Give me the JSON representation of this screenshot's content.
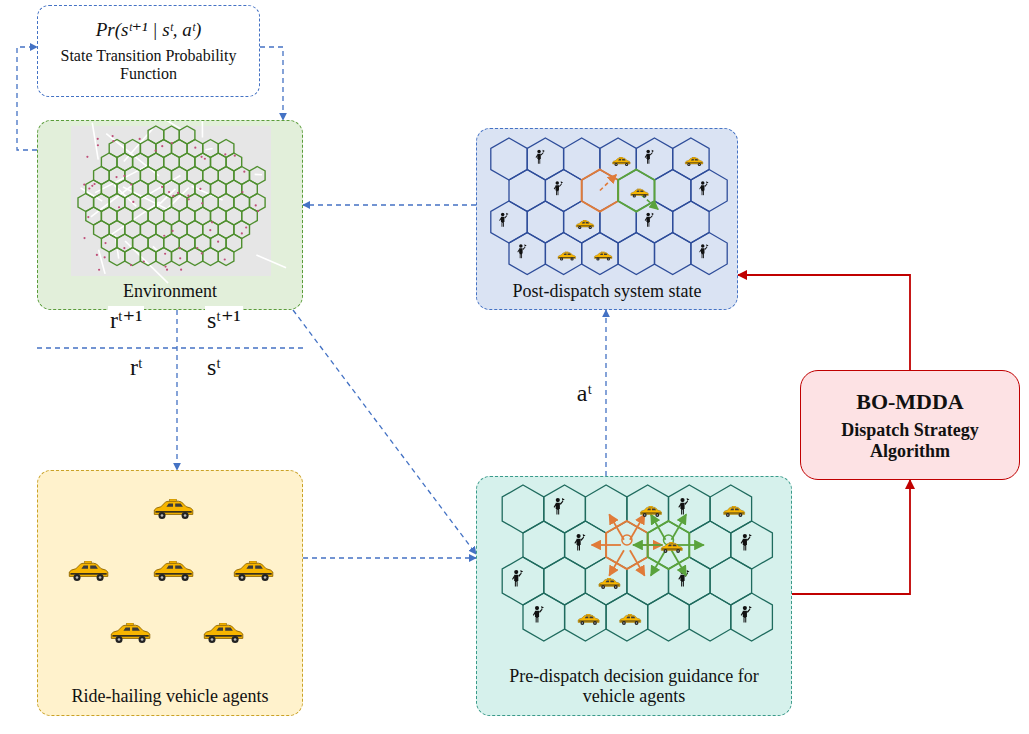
{
  "diagram": {
    "nodes": [
      {
        "text": [
          "Pr(sᵗ⁺¹ | sᵗ, aᵗ)",
          "State Transition Probability Function"
        ]
      },
      {
        "text": [
          "Environment"
        ]
      },
      {
        "text": [
          "Post-dispatch system state"
        ]
      },
      {
        "text": [
          "BO-MDDA",
          "Dispatch Strategy Algorithm"
        ]
      },
      {
        "text": [
          "Ride-hailing vehicle agents"
        ]
      },
      {
        "text": [
          "Pre-dispatch decision guidance for vehicle agents"
        ]
      }
    ],
    "edges": [
      {
        "from": 1,
        "to": 0,
        "arrow": "to"
      },
      {
        "from": 0,
        "to": 1,
        "arrow": "to"
      },
      {
        "from": 1,
        "to": 4,
        "arrow": "to"
      },
      {
        "from": 1,
        "to": 5,
        "arrow": "to"
      },
      {
        "from": 4,
        "to": 5,
        "arrow": "to"
      },
      {
        "from": 5,
        "to": 2,
        "arrow": "to",
        "label": "aᵗ"
      },
      {
        "from": 2,
        "to": 1,
        "arrow": "to"
      },
      {
        "from": 5,
        "to": 3,
        "arrow": "to"
      },
      {
        "from": 3,
        "to": 2,
        "arrow": "to"
      }
    ],
    "labels": [
      "rᵗ⁺¹",
      "sᵗ⁺¹",
      "rᵗ",
      "sᵗ"
    ]
  }
}
